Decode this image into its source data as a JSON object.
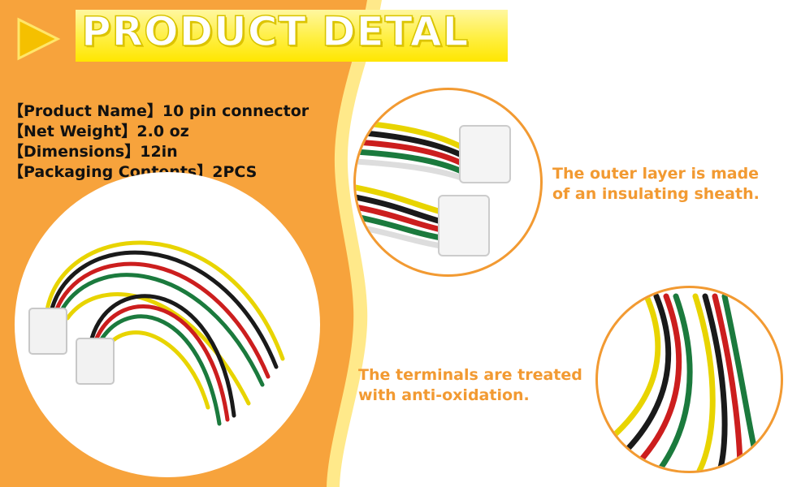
{
  "title": "PRODUCT DETAL",
  "specs": [
    {
      "label": "【Product Name】",
      "value": "10 pin connector"
    },
    {
      "label": "【Net Weight】",
      "value": "2.0 oz"
    },
    {
      "label": "【Dimensions】",
      "value": "12in"
    },
    {
      "label": "【Packaging Contents】",
      "value": "2PCS"
    }
  ],
  "callouts": {
    "top": [
      "The outer layer is made",
      "of an insulating sheath."
    ],
    "bottom": [
      "The terminals are treated",
      "with anti-oxidation."
    ]
  },
  "colors": {
    "orange": "#f7a33c",
    "accent_text": "#f29a32",
    "banner": "#ffef40",
    "arrow": "#f5c000",
    "wires": [
      "#e8d400",
      "#1a1a1a",
      "#cc1e1e",
      "#1b7a3d",
      "#ffffff"
    ]
  },
  "icons": {
    "play": "play-triangle-icon"
  }
}
